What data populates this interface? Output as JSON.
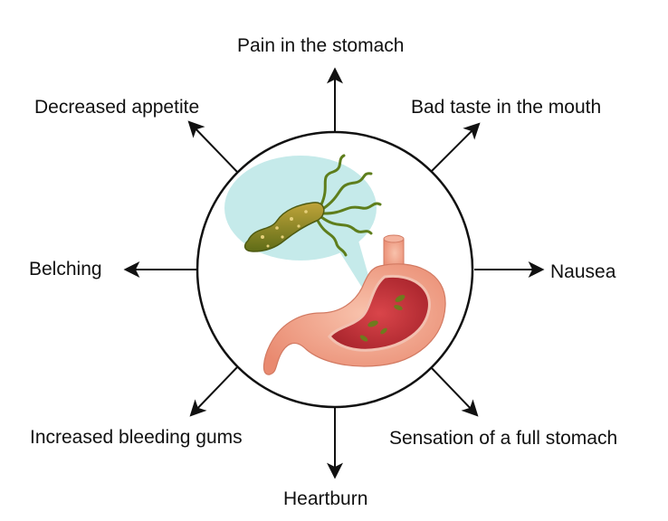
{
  "symptoms": {
    "top": "Pain in the stomach",
    "top_left": "Decreased appetite",
    "top_right": "Bad taste in the mouth",
    "left": "Belching",
    "right": "Nausea",
    "bottom_left": "Increased bleeding gums",
    "bottom_right": "Sensation of a full stomach",
    "bottom": "Heartburn"
  },
  "colors": {
    "arrow": "#111111",
    "circle_stroke": "#111111",
    "bubble_fill": "#c5eaea",
    "bacterium": "#6f7a1e",
    "flagella": "#5e7e1c",
    "stomach_outer": "#f2a189",
    "stomach_inner": "#c63a3f"
  },
  "icons": {
    "bacterium": "helicobacter-pylori-icon",
    "stomach": "stomach-icon"
  }
}
